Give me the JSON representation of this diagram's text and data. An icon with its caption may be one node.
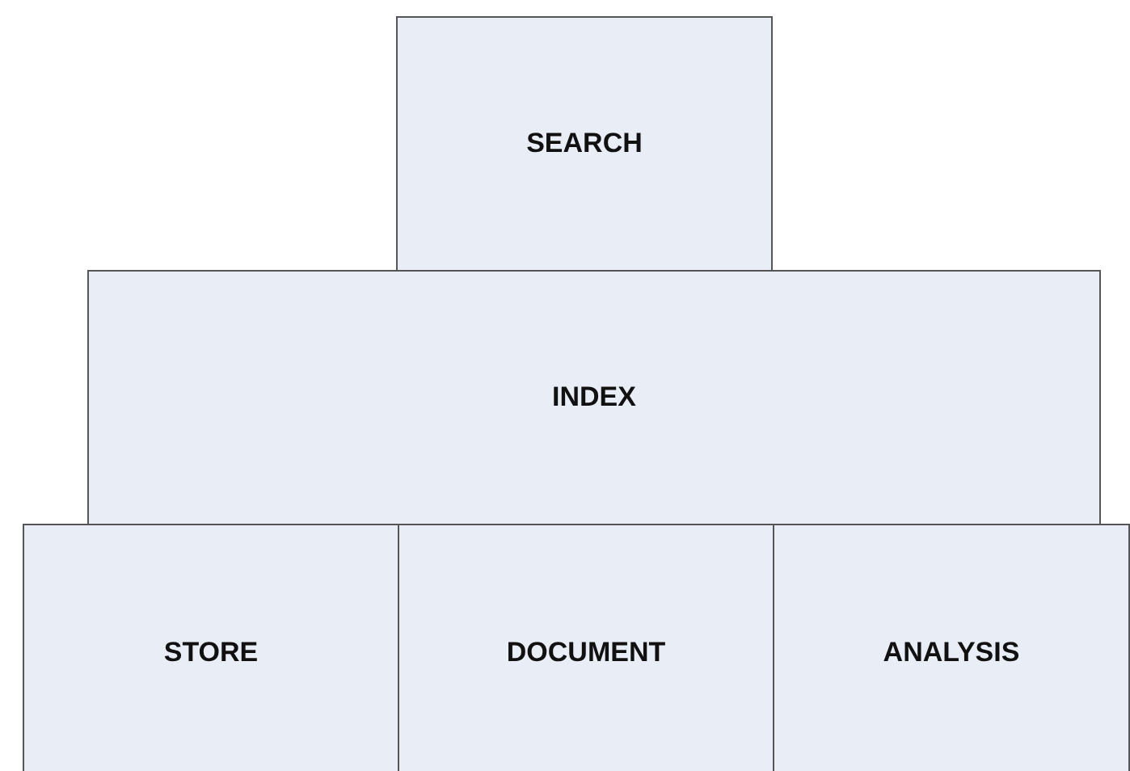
{
  "diagram": {
    "nodes": [
      {
        "text": [
          "SEARCH"
        ]
      },
      {
        "text": [
          "INDEX"
        ]
      },
      {
        "text": [
          "STORE"
        ]
      },
      {
        "text": [
          "DOCUMENT"
        ]
      },
      {
        "text": [
          "ANALYSIS"
        ]
      }
    ]
  }
}
